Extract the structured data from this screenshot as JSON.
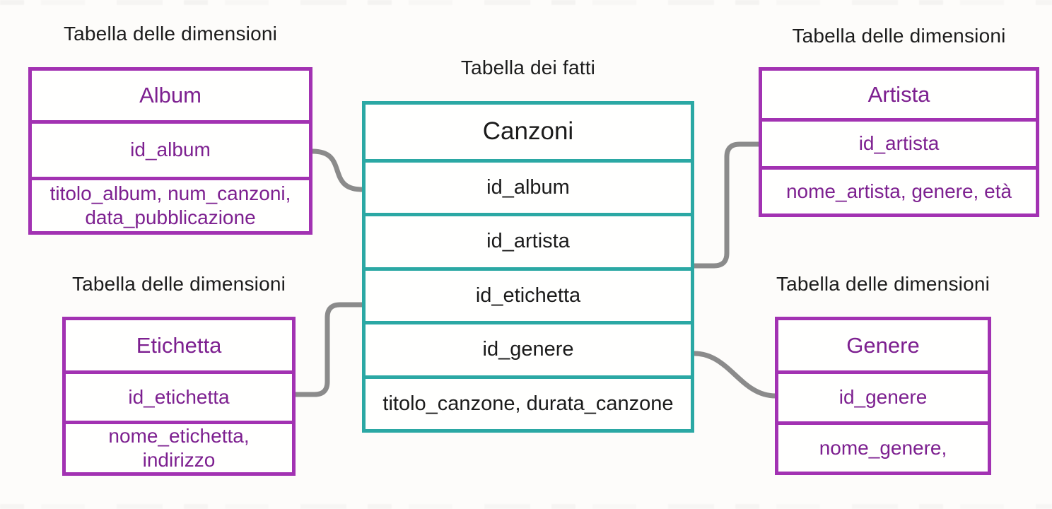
{
  "labels": {
    "dimensions": "Tabella delle dimensioni",
    "facts": "Tabella dei fatti"
  },
  "fact_table": {
    "title": "Canzoni",
    "rows": [
      "id_album",
      "id_artista",
      "id_etichetta",
      "id_genere",
      "titolo_canzone, durata_canzone"
    ]
  },
  "dimension_tables": {
    "album": {
      "title": "Album",
      "key": "id_album",
      "attributes": "titolo_album, num_canzoni, data_pubblicazione"
    },
    "artista": {
      "title": "Artista",
      "key": "id_artista",
      "attributes": "nome_artista, genere, età"
    },
    "etichetta": {
      "title": "Etichetta",
      "key": "id_etichetta",
      "attributes": "nome_etichetta, indirizzo"
    },
    "genere": {
      "title": "Genere",
      "key": "id_genere",
      "attributes": "nome_genere,"
    }
  },
  "colors": {
    "background": "#fdfcfa",
    "dimension_border": "#a232b2",
    "dimension_text": "#7d2090",
    "fact_border": "#2ba8a4",
    "fact_text": "#1b1b1b",
    "label_text": "#1c1c1c",
    "connector": "#8b8b8b"
  }
}
